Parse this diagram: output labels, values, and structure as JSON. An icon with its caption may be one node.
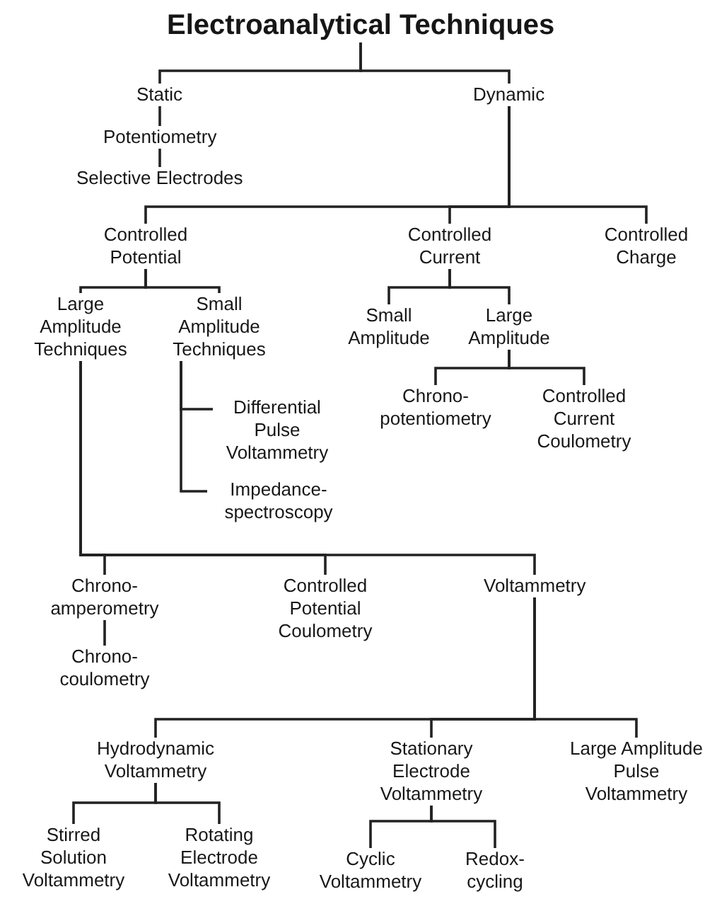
{
  "diagram": {
    "nodes": [
      {
        "text": [
          "Electroanalytical Techniques"
        ]
      },
      {
        "text": [
          "Static"
        ]
      },
      {
        "text": [
          "Potentiometry"
        ]
      },
      {
        "text": [
          "Selective Electrodes"
        ]
      },
      {
        "text": [
          "Dynamic"
        ]
      },
      {
        "text": [
          "Controlled Potential"
        ]
      },
      {
        "text": [
          "Controlled Current"
        ]
      },
      {
        "text": [
          "Controlled Charge"
        ]
      },
      {
        "text": [
          "Large Amplitude Techniques"
        ]
      },
      {
        "text": [
          "Small Amplitude Techniques"
        ]
      },
      {
        "text": [
          "Small Amplitude"
        ]
      },
      {
        "text": [
          "Large Amplitude"
        ]
      },
      {
        "text": [
          "Chrono-potentiometry"
        ]
      },
      {
        "text": [
          "Controlled Current Coulometry"
        ]
      },
      {
        "text": [
          "Differential Pulse Voltammetry"
        ]
      },
      {
        "text": [
          "Impedance-spectroscopy"
        ]
      },
      {
        "text": [
          "Chrono-amperometry"
        ]
      },
      {
        "text": [
          "Controlled Potential Coulometry"
        ]
      },
      {
        "text": [
          "Voltammetry"
        ]
      },
      {
        "text": [
          "Chrono-coulometry"
        ]
      },
      {
        "text": [
          "Hydrodynamic Voltammetry"
        ]
      },
      {
        "text": [
          "Stationary Electrode Voltammetry"
        ]
      },
      {
        "text": [
          "Large Amplitude Pulse Voltammetry"
        ]
      },
      {
        "text": [
          "Stirred Solution Voltammetry"
        ]
      },
      {
        "text": [
          "Rotating Electrode Voltammetry"
        ]
      },
      {
        "text": [
          "Cyclic Voltammetry"
        ]
      },
      {
        "text": [
          "Redox-cycling"
        ]
      }
    ],
    "edges": [
      {
        "from": 0,
        "to": 1,
        "arrow": "none"
      },
      {
        "from": 0,
        "to": 4,
        "arrow": "none"
      },
      {
        "from": 1,
        "to": 2,
        "arrow": "none"
      },
      {
        "from": 2,
        "to": 3,
        "arrow": "none"
      },
      {
        "from": 4,
        "to": 5,
        "arrow": "none"
      },
      {
        "from": 4,
        "to": 6,
        "arrow": "none"
      },
      {
        "from": 4,
        "to": 7,
        "arrow": "none"
      },
      {
        "from": 5,
        "to": 8,
        "arrow": "none"
      },
      {
        "from": 5,
        "to": 9,
        "arrow": "none"
      },
      {
        "from": 6,
        "to": 10,
        "arrow": "none"
      },
      {
        "from": 6,
        "to": 11,
        "arrow": "none"
      },
      {
        "from": 11,
        "to": 12,
        "arrow": "none"
      },
      {
        "from": 11,
        "to": 13,
        "arrow": "none"
      },
      {
        "from": 9,
        "to": 14,
        "arrow": "none"
      },
      {
        "from": 9,
        "to": 15,
        "arrow": "none"
      },
      {
        "from": 8,
        "to": 16,
        "arrow": "none"
      },
      {
        "from": 8,
        "to": 17,
        "arrow": "none"
      },
      {
        "from": 8,
        "to": 18,
        "arrow": "none"
      },
      {
        "from": 16,
        "to": 19,
        "arrow": "none"
      },
      {
        "from": 18,
        "to": 20,
        "arrow": "none"
      },
      {
        "from": 18,
        "to": 21,
        "arrow": "none"
      },
      {
        "from": 18,
        "to": 22,
        "arrow": "none"
      },
      {
        "from": 20,
        "to": 23,
        "arrow": "none"
      },
      {
        "from": 20,
        "to": 24,
        "arrow": "none"
      },
      {
        "from": 21,
        "to": 25,
        "arrow": "none"
      },
      {
        "from": 21,
        "to": 26,
        "arrow": "none"
      }
    ]
  }
}
